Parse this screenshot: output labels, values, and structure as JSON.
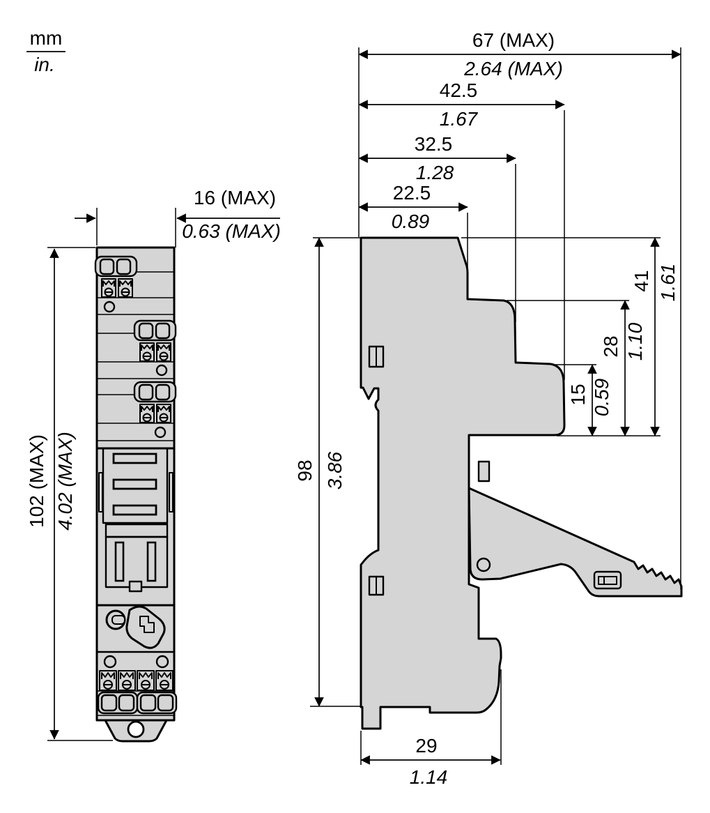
{
  "legend": {
    "mm": "mm",
    "in": "in."
  },
  "dims": {
    "overall_width": {
      "mm": "67 (MAX)",
      "in": "2.64 (MAX)"
    },
    "w425": {
      "mm": "42.5",
      "in": "1.67"
    },
    "w325": {
      "mm": "32.5",
      "in": "1.28"
    },
    "w225": {
      "mm": "22.5",
      "in": "0.89"
    },
    "front_width": {
      "mm": "16 (MAX)",
      "in": "0.63 (MAX)"
    },
    "front_height": {
      "mm": "102 (MAX)",
      "in": "4.02 (MAX)"
    },
    "side_height": {
      "mm": "98",
      "in": "3.86"
    },
    "h41": {
      "mm": "41",
      "in": "1.61"
    },
    "h28": {
      "mm": "28",
      "in": "1.10"
    },
    "h15": {
      "mm": "15",
      "in": "0.59"
    },
    "base_width": {
      "mm": "29",
      "in": "1.14"
    }
  },
  "colors": {
    "body_fill": "#d5d5d5",
    "outline": "#000000",
    "background": "#ffffff"
  }
}
